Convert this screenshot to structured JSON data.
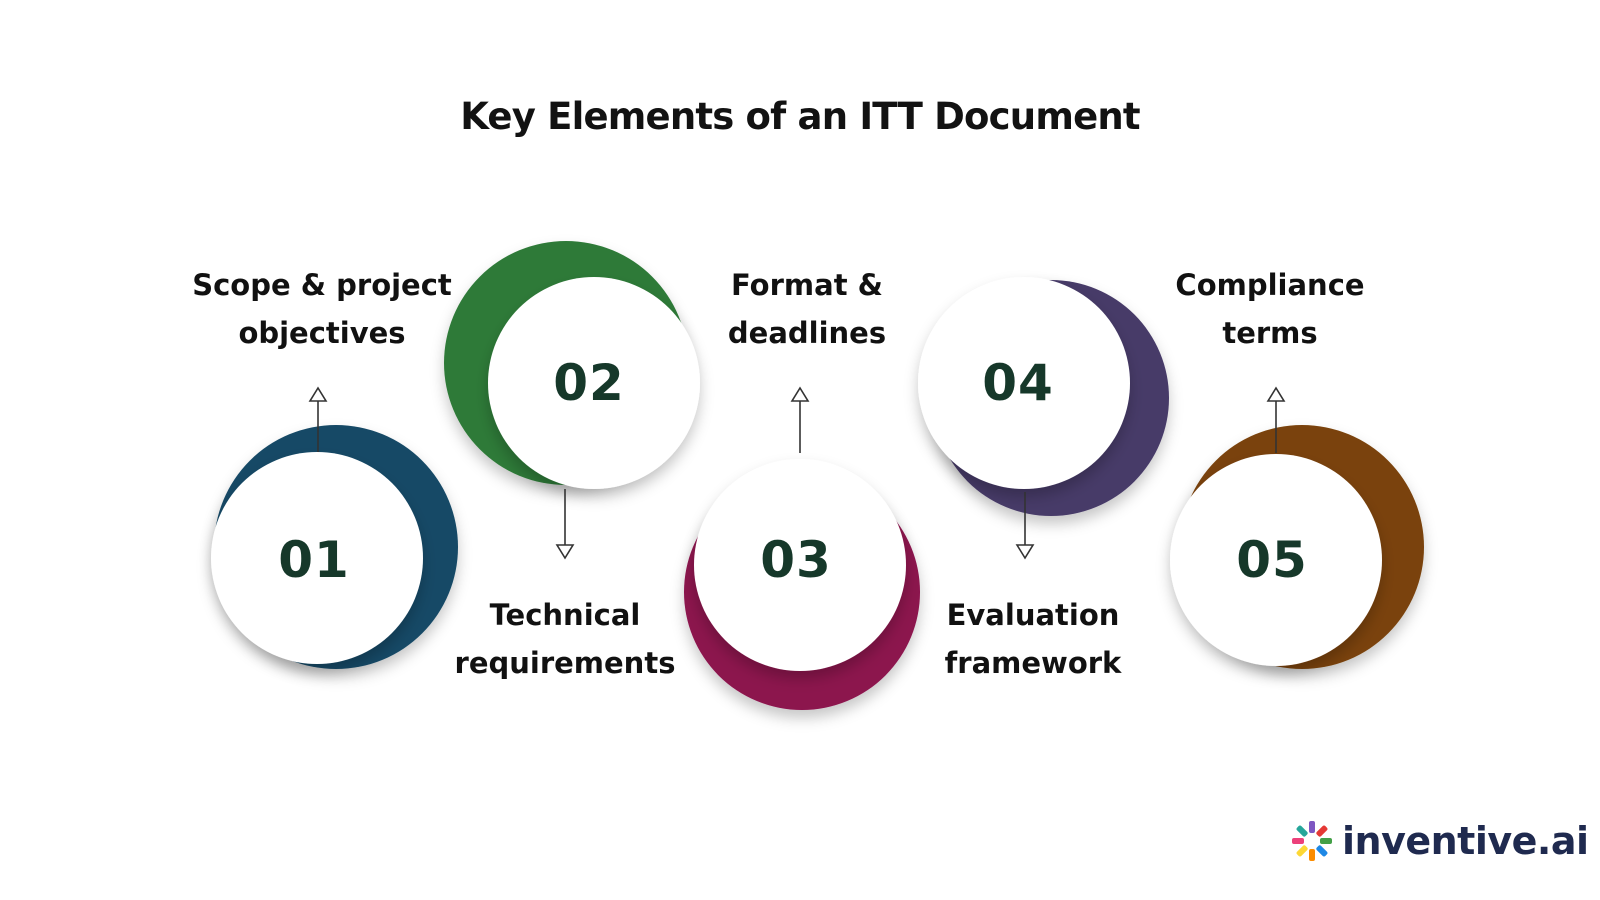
{
  "title": "Key Elements of an ITT Document",
  "colors": {
    "num_text": "#16382a",
    "step1": "#174a66",
    "step2": "#2f7a38",
    "step3": "#8c124e",
    "step4": "#473a68",
    "step5": "#7a4309",
    "logo_text": "#1f2a4f"
  },
  "steps": [
    {
      "number": "01",
      "label_line1": "Scope & project",
      "label_line2": "objectives",
      "arrow": "up"
    },
    {
      "number": "02",
      "label_line1": "Technical",
      "label_line2": "requirements",
      "arrow": "down"
    },
    {
      "number": "03",
      "label_line1": "Format &",
      "label_line2": "deadlines",
      "arrow": "up"
    },
    {
      "number": "04",
      "label_line1": "Evaluation",
      "label_line2": "framework",
      "arrow": "down"
    },
    {
      "number": "05",
      "label_line1": "Compliance",
      "label_line2": "terms",
      "arrow": "up"
    }
  ],
  "logo": {
    "text": "inventive.ai",
    "icon": "pinwheel-logo-icon"
  }
}
